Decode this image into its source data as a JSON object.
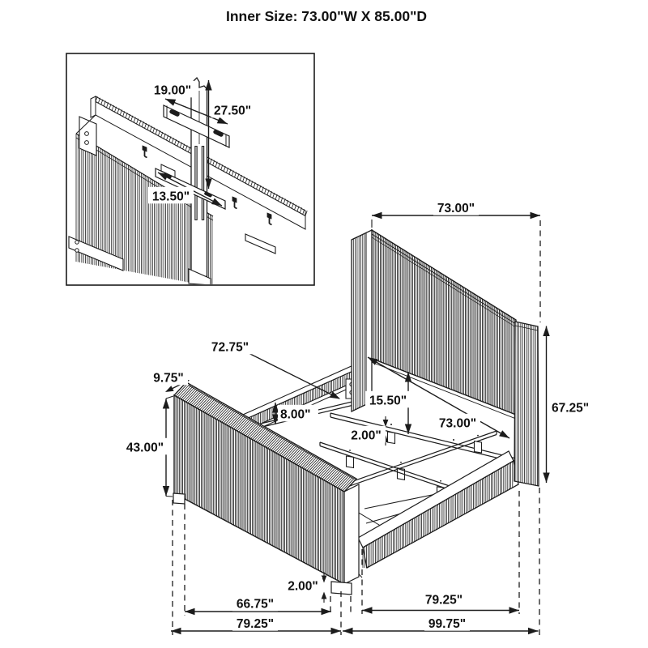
{
  "title": "Inner Size: 73.00\"W X 85.00\"D",
  "inset": {
    "bracket_width": "19.00\"",
    "bracket_height": "27.50\"",
    "cleat_length": "13.50\""
  },
  "dimensions": {
    "headboard_width": "73.00\"",
    "headboard_height": "67.25\"",
    "panel_to_rail": "15.50\"",
    "inner_width": "73.00\"",
    "slat_thickness": "2.00\"",
    "rail_top_to_slat": "8.00\"",
    "side_rail_length": "72.75\"",
    "rail_top_depth": "9.75\"",
    "footboard_height": "43.00\"",
    "foot_height": "2.00\"",
    "feet_inner_span": "66.75\"",
    "side_span": "79.25\"",
    "footboard_width": "79.25\"",
    "overall_length": "99.75\""
  }
}
